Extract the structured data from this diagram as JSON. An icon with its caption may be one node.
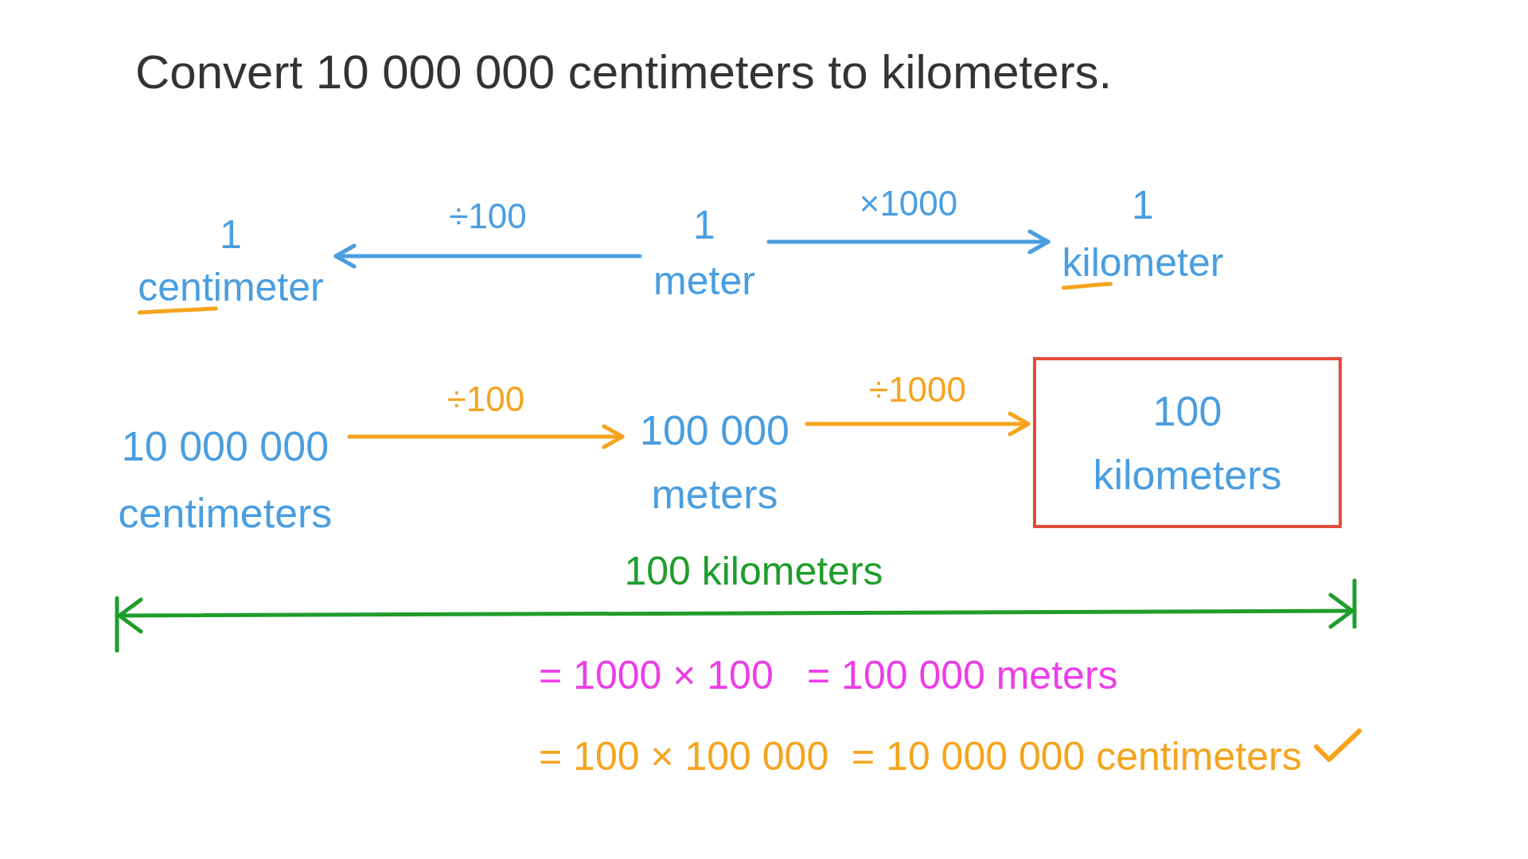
{
  "diagram": {
    "title": "Convert 10 000 000 centimeters to kilometers.",
    "nodes": [
      {
        "text": [
          "1 centimeter"
        ]
      },
      {
        "text": [
          "1 meter"
        ]
      },
      {
        "text": [
          "1 kilometer"
        ]
      },
      {
        "text": [
          "10 000 000 centimeters"
        ]
      },
      {
        "text": [
          "100 000 meters"
        ]
      },
      {
        "text": [
          "100 kilometers"
        ]
      }
    ],
    "edges": [
      {
        "from": 1,
        "to": 0,
        "arrow": "to",
        "label": "÷100",
        "color": "#4a9ee0"
      },
      {
        "from": 1,
        "to": 2,
        "arrow": "to",
        "label": "×1000",
        "color": "#4a9ee0"
      },
      {
        "from": 3,
        "to": 4,
        "arrow": "to",
        "label": "÷100",
        "color": "#f5a41d"
      },
      {
        "from": 4,
        "to": 5,
        "arrow": "to",
        "label": "÷1000",
        "color": "#f5a41d"
      }
    ],
    "labels": [
      "100 kilometers",
      "= 1000 × 100",
      "= 100 000 meters",
      "= 100 × 100 000",
      "= 10 000 000 centimeters"
    ]
  }
}
